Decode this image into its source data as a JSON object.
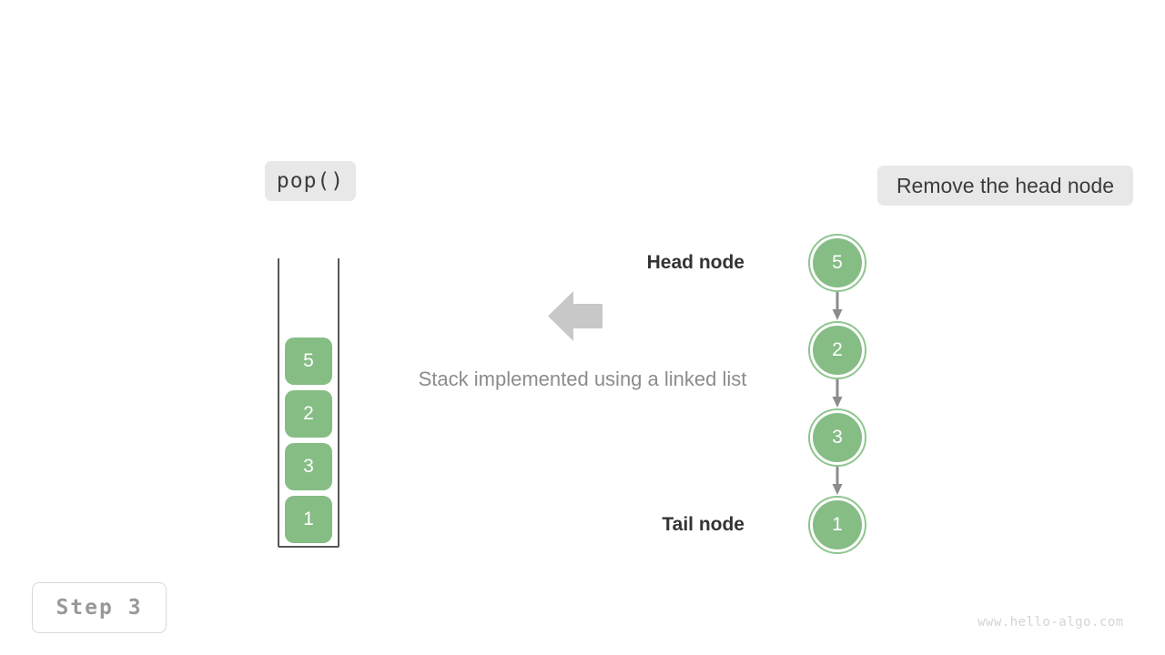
{
  "operation": {
    "label": "pop()"
  },
  "action": {
    "label": "Remove the head node"
  },
  "step": {
    "label": "Step 3"
  },
  "caption": {
    "text": "Stack implemented using a linked list"
  },
  "watermark": {
    "text": "www.hello-algo.com"
  },
  "stack": {
    "cells": [
      {
        "value": "5"
      },
      {
        "value": "2"
      },
      {
        "value": "3"
      },
      {
        "value": "1"
      }
    ]
  },
  "linked_list": {
    "head_label": "Head node",
    "tail_label": "Tail node",
    "nodes": [
      {
        "value": "5"
      },
      {
        "value": "2"
      },
      {
        "value": "3"
      },
      {
        "value": "1"
      }
    ]
  },
  "colors": {
    "node_fill": "#85bd85",
    "node_ring": "#8fc58f",
    "chip_bg": "#e8e8e8",
    "arrow_gray": "#8c8c8c",
    "big_arrow": "#c8c8c8",
    "wall": "#575757",
    "caption_text": "#8c8c8c",
    "watermark_text": "#d4d4d4"
  }
}
